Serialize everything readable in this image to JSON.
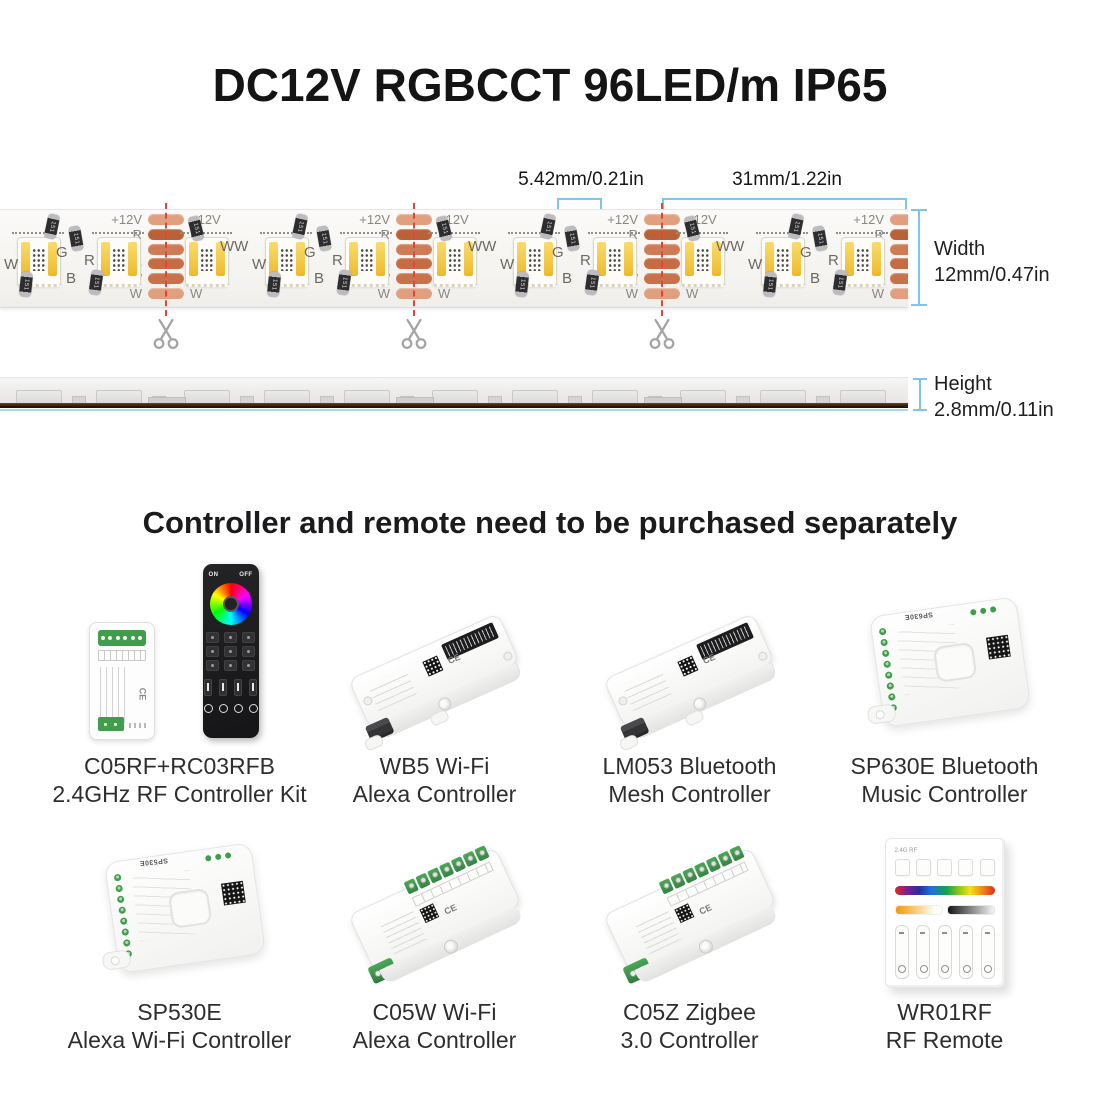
{
  "title": "DC12V RGBCCT 96LED/m IP65",
  "strip": {
    "dim_small": "5.42mm/0.21in",
    "dim_large": "31mm/1.22in",
    "width_label": "Width",
    "width_value": "12mm/0.47in",
    "height_label": "Height",
    "height_value": "2.8mm/0.11in",
    "pad_labels": [
      "+12V",
      "R",
      "G",
      "B",
      "WW",
      "W"
    ],
    "component_labels": [
      "WW",
      "W",
      "G",
      "R",
      "B"
    ],
    "resistor_text": "151",
    "colors": {
      "measure_blue": "#7ec6e8",
      "cut_line_red": "#e6433c",
      "copper_pad": "#c97149",
      "led_phosphor_yellow": "#f2c53d",
      "scissors_gray": "#a2a3a3"
    }
  },
  "separator_heading": "Controller and remote need to be purchased separately",
  "products": [
    {
      "line1": "C05RF+RC03RFB",
      "line2": "2.4GHz RF Controller Kit",
      "remote_on": "ON",
      "remote_off": "OFF",
      "ce": "CE"
    },
    {
      "line1": "WB5 Wi-Fi",
      "line2": "Alexa Controller",
      "ce": "CE"
    },
    {
      "line1": "LM053 Bluetooth",
      "line2": "Mesh Controller",
      "ce": "CE"
    },
    {
      "line1": "SP630E Bluetooth",
      "line2": "Music Controller",
      "brand": "SP630E"
    },
    {
      "line1": "SP530E",
      "line2": "Alexa Wi-Fi Controller",
      "brand": "SP530E"
    },
    {
      "line1": "C05W Wi-Fi",
      "line2": "Alexa Controller",
      "ce": "CE"
    },
    {
      "line1": "C05Z Zigbee",
      "line2": "3.0 Controller",
      "ce": "CE"
    },
    {
      "line1": "WR01RF",
      "line2": "RF Remote",
      "top_text": "2.4G RF"
    }
  ],
  "colors": {
    "terminal_green": "#3f9d4b",
    "remote_black": "#1c1c1e"
  }
}
